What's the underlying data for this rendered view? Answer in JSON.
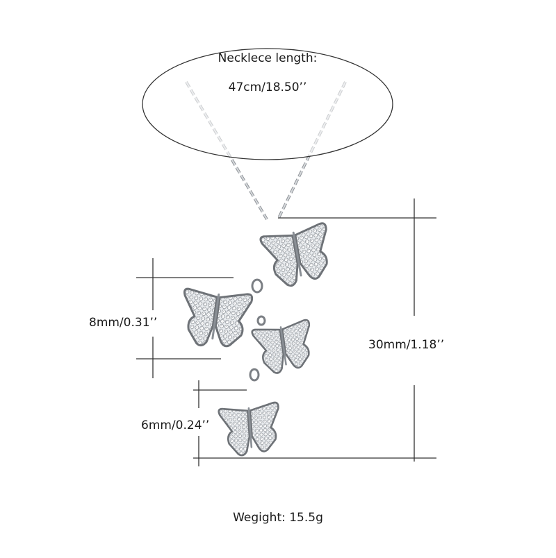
{
  "annotations": {
    "length_title": "Necklece length:",
    "length_value": "47cm/18.50’’",
    "dim_upper_butterfly": "8mm/0.31’’",
    "dim_overall": "30mm/1.18’’",
    "dim_lower_butterfly": "6mm/0.24’’",
    "weight": "Wegight: 15.5g"
  },
  "colors": {
    "background": "#ffffff",
    "text": "#1a1a1a",
    "dimension_line": "#333333",
    "silver": "#c9ccd0",
    "silver_dark": "#6e7277",
    "stone": "#f4f6f8"
  }
}
